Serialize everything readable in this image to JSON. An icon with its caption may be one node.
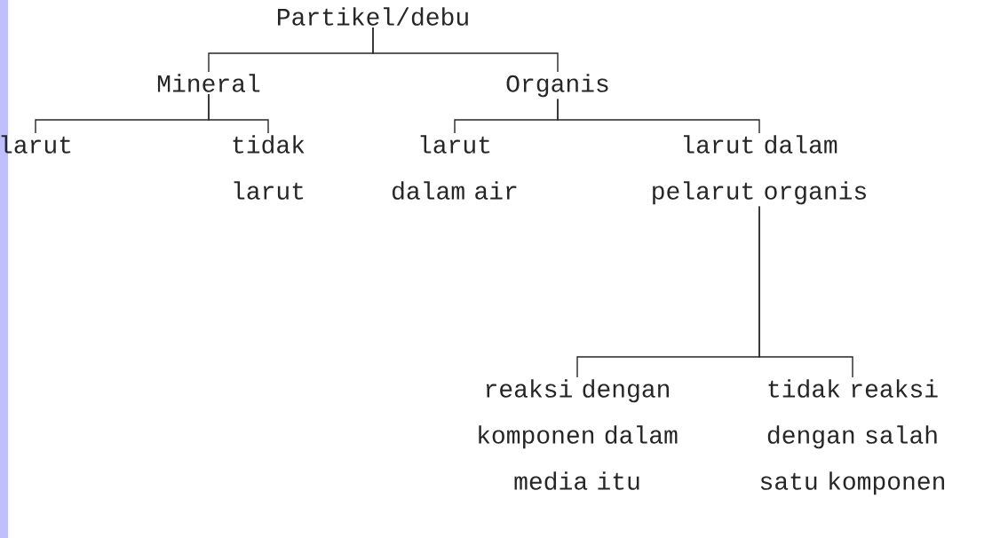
{
  "diagram": {
    "nodes": [
      {
        "text": [
          "Partikel/debu"
        ]
      },
      {
        "text": [
          "Mineral"
        ]
      },
      {
        "text": [
          "Organis"
        ]
      },
      {
        "text": [
          "larut"
        ]
      },
      {
        "text": [
          "tidak larut"
        ]
      },
      {
        "text": [
          "larut dalam air"
        ]
      },
      {
        "text": [
          "larut dalam pelarut organis"
        ]
      },
      {
        "text": [
          "reaksi dengan komponen dalam media itu"
        ]
      },
      {
        "text": [
          "tidak reaksi dengan salah satu komponen"
        ]
      }
    ],
    "edges": [
      {
        "from": 0,
        "to": 1,
        "arrow": "none"
      },
      {
        "from": 0,
        "to": 2,
        "arrow": "none"
      },
      {
        "from": 1,
        "to": 3,
        "arrow": "none"
      },
      {
        "from": 1,
        "to": 4,
        "arrow": "none"
      },
      {
        "from": 2,
        "to": 5,
        "arrow": "none"
      },
      {
        "from": 2,
        "to": 6,
        "arrow": "none"
      },
      {
        "from": 6,
        "to": 7,
        "arrow": "none"
      },
      {
        "from": 6,
        "to": 8,
        "arrow": "none"
      }
    ]
  }
}
